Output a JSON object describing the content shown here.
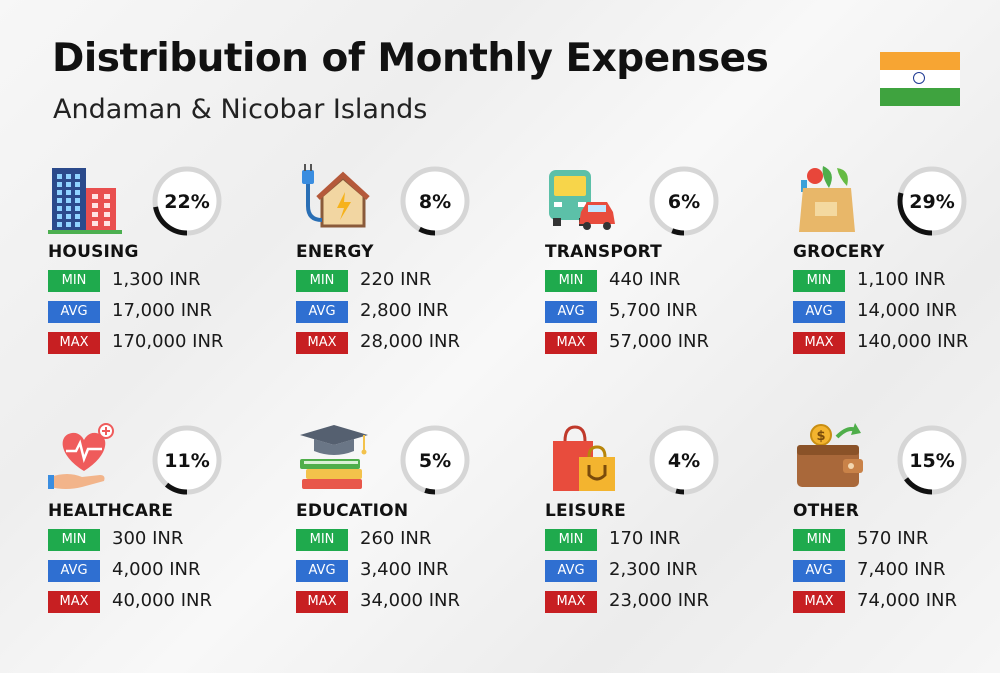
{
  "title": "Distribution of Monthly Expenses",
  "subtitle": "Andaman & Nicobar Islands",
  "flag": "india-flag",
  "badges": {
    "min": "MIN",
    "avg": "AVG",
    "max": "MAX"
  },
  "colors": {
    "min": "#1faa4d",
    "avg": "#2f6fd1",
    "max": "#c71f22",
    "ring_track": "#d6d6d6",
    "ring_fill": "#111111"
  },
  "categories": [
    {
      "key": "housing",
      "label": "HOUSING",
      "icon": "buildings-icon",
      "percent": 22,
      "percent_label": "22%",
      "min": "1,300 INR",
      "avg": "17,000 INR",
      "max": "170,000 INR"
    },
    {
      "key": "energy",
      "label": "ENERGY",
      "icon": "house-plug-icon",
      "percent": 8,
      "percent_label": "8%",
      "min": "220 INR",
      "avg": "2,800 INR",
      "max": "28,000 INR"
    },
    {
      "key": "transport",
      "label": "TRANSPORT",
      "icon": "bus-car-icon",
      "percent": 6,
      "percent_label": "6%",
      "min": "440 INR",
      "avg": "5,700 INR",
      "max": "57,000 INR"
    },
    {
      "key": "grocery",
      "label": "GROCERY",
      "icon": "grocery-bag-icon",
      "percent": 29,
      "percent_label": "29%",
      "min": "1,100 INR",
      "avg": "14,000 INR",
      "max": "140,000 INR"
    },
    {
      "key": "healthcare",
      "label": "HEALTHCARE",
      "icon": "heart-hand-icon",
      "percent": 11,
      "percent_label": "11%",
      "min": "300 INR",
      "avg": "4,000 INR",
      "max": "40,000 INR"
    },
    {
      "key": "education",
      "label": "EDUCATION",
      "icon": "books-cap-icon",
      "percent": 5,
      "percent_label": "5%",
      "min": "260 INR",
      "avg": "3,400 INR",
      "max": "34,000 INR"
    },
    {
      "key": "leisure",
      "label": "LEISURE",
      "icon": "shopping-bags-icon",
      "percent": 4,
      "percent_label": "4%",
      "min": "170 INR",
      "avg": "2,300 INR",
      "max": "23,000 INR"
    },
    {
      "key": "other",
      "label": "OTHER",
      "icon": "wallet-coin-icon",
      "percent": 15,
      "percent_label": "15%",
      "min": "570 INR",
      "avg": "7,400 INR",
      "max": "74,000 INR"
    }
  ],
  "chart_data": {
    "type": "pie",
    "title": "Distribution of Monthly Expenses",
    "subtitle": "Andaman & Nicobar Islands",
    "categories": [
      "HOUSING",
      "ENERGY",
      "TRANSPORT",
      "GROCERY",
      "HEALTHCARE",
      "EDUCATION",
      "LEISURE",
      "OTHER"
    ],
    "values": [
      22,
      8,
      6,
      29,
      11,
      5,
      4,
      15
    ],
    "unit": "%",
    "ranges_inr": {
      "min": [
        1300,
        220,
        440,
        1100,
        300,
        260,
        170,
        570
      ],
      "avg": [
        17000,
        2800,
        5700,
        14000,
        4000,
        3400,
        2300,
        7400
      ],
      "max": [
        170000,
        28000,
        57000,
        140000,
        40000,
        34000,
        23000,
        74000
      ]
    }
  }
}
